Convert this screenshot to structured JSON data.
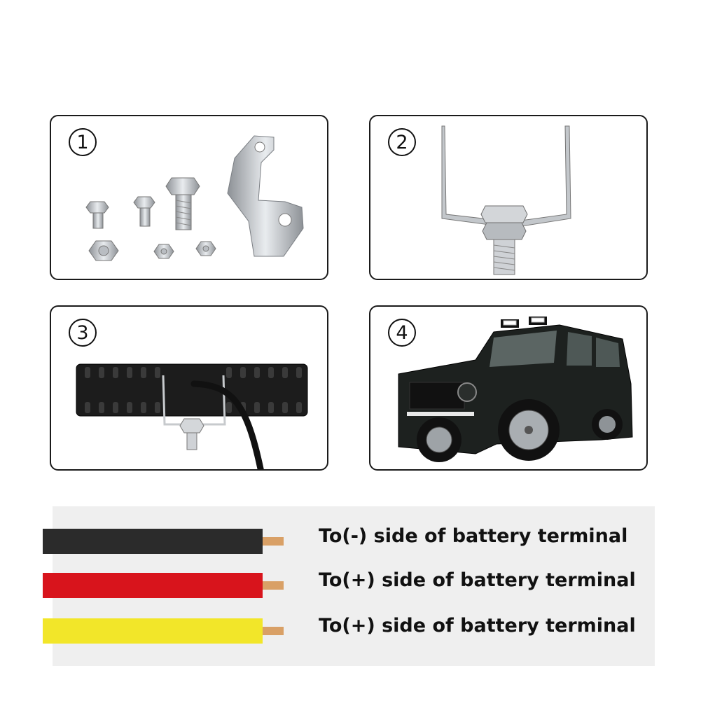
{
  "panels": [
    {
      "number": "1",
      "icon": "mounting-hardware"
    },
    {
      "number": "2",
      "icon": "u-bracket"
    },
    {
      "number": "3",
      "icon": "work-light"
    },
    {
      "number": "4",
      "icon": "suv-vehicle"
    }
  ],
  "wires": [
    {
      "color": "#2b2b2b",
      "label": "To(-) side of battery terminal"
    },
    {
      "color": "#d8141c",
      "label": "To(+) side of battery terminal"
    },
    {
      "color": "#f2e629",
      "label": "To(+) side of battery terminal"
    }
  ]
}
